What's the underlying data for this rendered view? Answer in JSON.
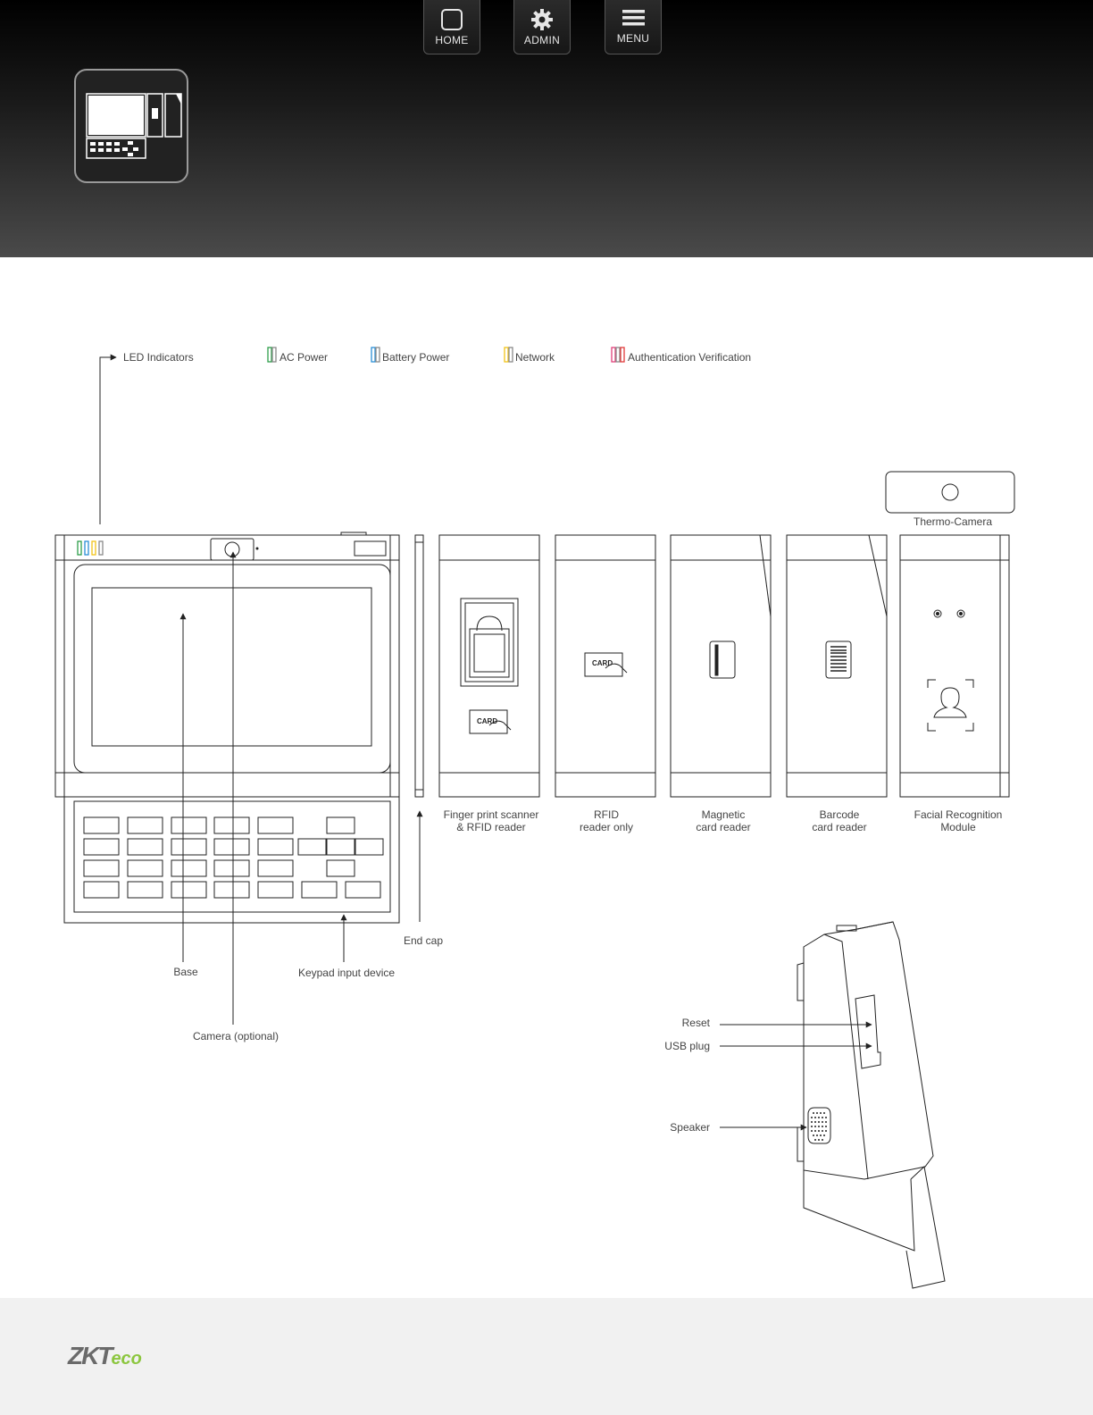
{
  "nav": {
    "home_label": "HOME",
    "admin_label": "ADMIN",
    "menu_label": "MENU"
  },
  "legend": {
    "led_indicators": "LED Indicators",
    "items": [
      {
        "label": "AC Power",
        "colors": [
          "#2e9e4a",
          "#8a8a8a"
        ]
      },
      {
        "label": "Battery Power",
        "colors": [
          "#2b8fd6",
          "#8a8a8a"
        ]
      },
      {
        "label": "Network",
        "colors": [
          "#f2c418",
          "#8a8a8a"
        ]
      },
      {
        "label": "Authentication Verification",
        "colors": [
          "#e0407a",
          "#8a8a8a",
          "#e23a3a"
        ]
      }
    ]
  },
  "labels": {
    "thermo_camera": "Thermo-Camera",
    "module_1_line1": "Finger print scanner",
    "module_1_line2": "& RFID reader",
    "module_2_line1": "RFID",
    "module_2_line2": "reader only",
    "module_3_line1": "Magnetic",
    "module_3_line2": "card reader",
    "module_4_line1": "Barcode",
    "module_4_line2": "card reader",
    "module_5_line1": "Facial Recognition",
    "module_5_line2": "Module",
    "end_cap": "End cap",
    "base": "Base",
    "keypad": "Keypad input device",
    "camera": "Camera (optional)",
    "reset": "Reset",
    "usb_plug": "USB plug",
    "speaker": "Speaker",
    "card_badge": "CARD"
  },
  "footer": {
    "logo_zk": "ZKT",
    "logo_eco": "eco"
  },
  "colors": {
    "led_green": "#2e9e4a",
    "led_blue": "#2b8fd6",
    "led_yellow": "#f2c418",
    "led_gray": "#8a8a8a",
    "logo_gray": "#6a6a6a",
    "logo_green": "#8cc63f"
  }
}
